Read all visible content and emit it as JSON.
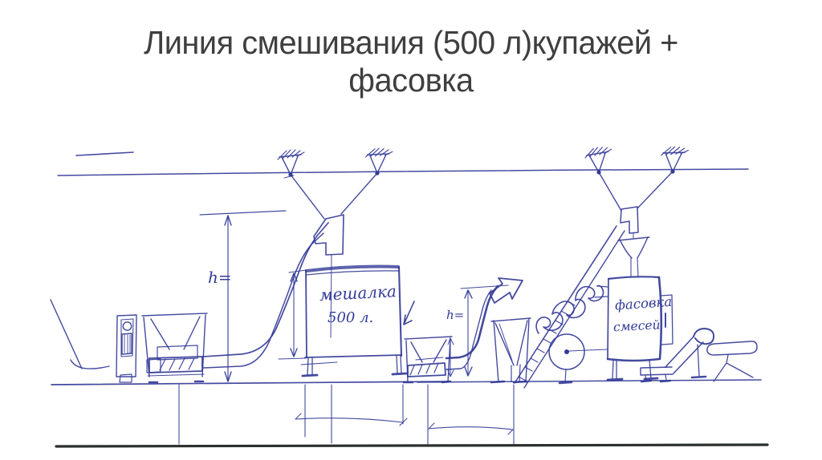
{
  "slide": {
    "title": {
      "line1": "Линия смешивания (500 л)купажей +",
      "line2": "фасовка"
    }
  },
  "colors": {
    "ink": "#343b97",
    "ink_dark": "#2b3288",
    "baseline": "#2b302c",
    "title_text": "#3f3f3f",
    "background": "#ffffff"
  },
  "sketch_labels": {
    "mixer_name": "мешалка",
    "mixer_volume": "500 л.",
    "packing_line1": "фасовка",
    "packing_line2": "смесей",
    "height_dim_left": "h=",
    "height_dim_middle": "h="
  }
}
